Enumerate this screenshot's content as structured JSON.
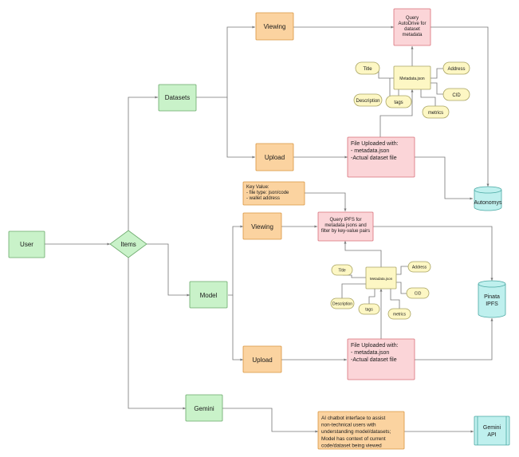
{
  "nodes": {
    "user": "User",
    "items": "Items",
    "datasets": "Datasets",
    "model": "Model",
    "gemini": "Gemini",
    "ds_viewing": "Viewing",
    "ds_upload": "Upload",
    "m_viewing": "Viewing",
    "m_upload": "Upload",
    "ds_query": [
      "Query",
      "AutoDrive for",
      "dataset",
      "metadata"
    ],
    "ds_metadata": "Metadata.json",
    "ds_title": "Title",
    "ds_description": "Description",
    "ds_tags": "tags",
    "ds_address": "Address",
    "ds_cid": "CID",
    "ds_metrics": "metrics",
    "ds_file": [
      "File Uploaded with:",
      "- metadata.json",
      "-Actual dataset file"
    ],
    "autonomys": "Autonomys",
    "key_value": [
      "Key Value:",
      "- file type: json/code",
      "- wallet address"
    ],
    "m_query": [
      "Query IPFS for",
      "metadata jsons and",
      "filter by key-value pairs"
    ],
    "m_metadata": "Metadata.json",
    "m_title": "Title",
    "m_description": "Description",
    "m_tags": "tags",
    "m_address": "Address",
    "m_cid": "CID",
    "m_metrics": "metrics",
    "m_file": [
      "File Uploaded with:",
      "- metadata.json",
      "-Actual dataset file"
    ],
    "pinata": [
      "Pinata",
      "IPFS"
    ],
    "chatbot": [
      "AI chatbot interface to assist",
      "non-technical users with",
      "understanding model/datasets;",
      "Model has context of current",
      "code/dataset being viewed"
    ],
    "gemini_api": [
      "Gemini",
      "API"
    ]
  },
  "colors": {
    "green": "#c9f2c9",
    "orange": "#fbd3a0",
    "pink": "#fbd5d8",
    "yellow": "#fdf7c4",
    "teal": "#bff0ee",
    "line": "#777777"
  }
}
